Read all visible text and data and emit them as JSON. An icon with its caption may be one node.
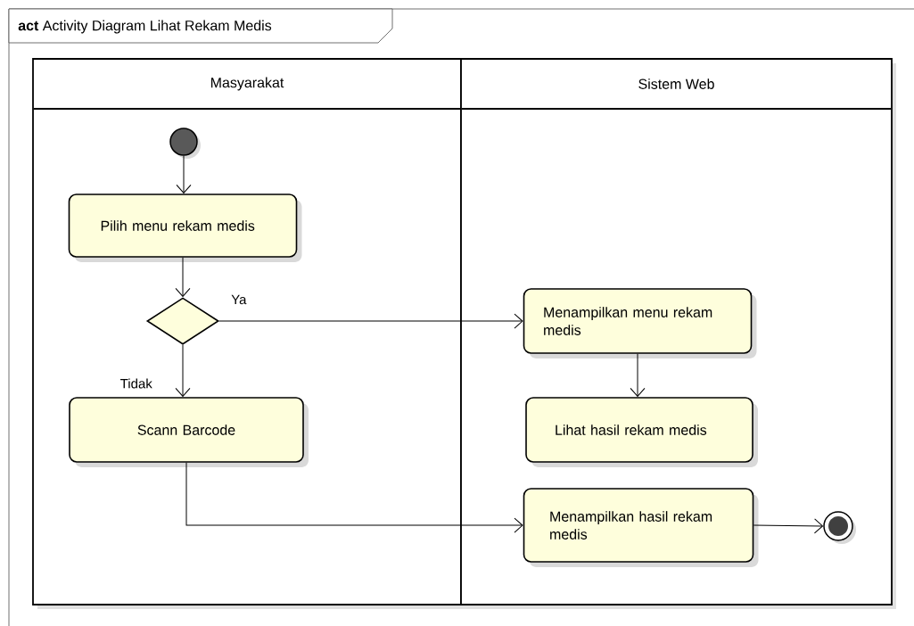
{
  "diagram": {
    "title": "**act** Activity Diagram Lihat Rekam Medis",
    "nodes": [
      {
        "text": [
          "Masyarakat"
        ]
      },
      {
        "text": [
          "Sistem Web"
        ]
      },
      {
        "text": [],
        "shape": "circle",
        "in": 0
      },
      {
        "text": [
          "Pilih menu rekam medis"
        ],
        "in": 0
      },
      {
        "text": [],
        "shape": "diamond",
        "in": 0
      },
      {
        "text": [
          "Scann Barcode"
        ],
        "in": 0
      },
      {
        "text": [
          "Menampilkan menu rekam medis"
        ],
        "in": 1
      },
      {
        "text": [
          "Lihat hasil rekam medis"
        ],
        "in": 1
      },
      {
        "text": [
          "Menampilkan hasil rekam medis"
        ],
        "in": 1
      },
      {
        "text": [],
        "shape": "circle",
        "in": 1
      }
    ],
    "edges": [
      {
        "from": 2,
        "to": 3,
        "arrow": "to"
      },
      {
        "from": 3,
        "to": 4,
        "arrow": "to"
      },
      {
        "from": 4,
        "to": 6,
        "arrow": "to",
        "label": "Ya"
      },
      {
        "from": 4,
        "to": 5,
        "arrow": "to",
        "label": "Tidak"
      },
      {
        "from": 6,
        "to": 7,
        "arrow": "to"
      },
      {
        "from": 5,
        "to": 8,
        "arrow": "to"
      },
      {
        "from": 8,
        "to": 9,
        "arrow": "to"
      }
    ]
  }
}
